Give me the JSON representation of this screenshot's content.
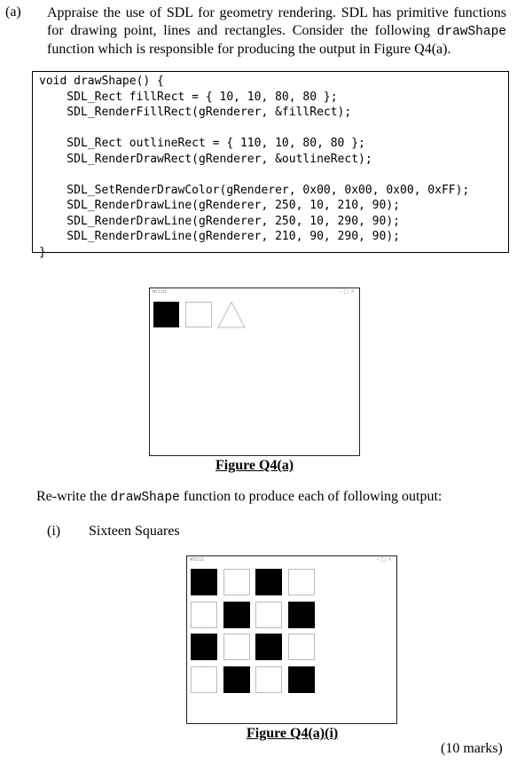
{
  "question": {
    "label": "(a)",
    "text_part1": "Appraise the use of SDL for geometry rendering. SDL has primitive functions for drawing point, lines and rectangles. Consider the following ",
    "function_name": "drawShape",
    "text_part2": " function which is responsible for producing the output in Figure Q4(a)."
  },
  "code": {
    "lines": [
      "void drawShape() {",
      "    SDL_Rect fillRect = { 10, 10, 80, 80 };",
      "    SDL_RenderFillRect(gRenderer, &fillRect);",
      "",
      "    SDL_Rect outlineRect = { 110, 10, 80, 80 };",
      "    SDL_RenderDrawRect(gRenderer, &outlineRect);",
      "",
      "    SDL_SetRenderDrawColor(gRenderer, 0x00, 0x00, 0x00, 0xFF);",
      "    SDL_RenderDrawLine(gRenderer, 250, 10, 210, 90);",
      "    SDL_RenderDrawLine(gRenderer, 250, 10, 290, 90);",
      "    SDL_RenderDrawLine(gRenderer, 210, 90, 290, 90);",
      "}"
    ]
  },
  "figure1": {
    "window_title": "MT2215",
    "controls": "–   □   ×",
    "caption": "Figure Q4(a)"
  },
  "rewrite": {
    "text_part1": "Re-write the ",
    "function_name": "drawShape",
    "text_part2": " function to produce each of following output:"
  },
  "subquestion": {
    "label": "(i)",
    "title": "Sixteen Squares"
  },
  "figure2": {
    "window_title": "MT2215",
    "controls": "–   □   ×",
    "caption": "Figure Q4(a)(i)",
    "grid_pattern": [
      [
        "fill",
        "outline",
        "fill",
        "outline"
      ],
      [
        "outline",
        "fill",
        "outline",
        "fill"
      ],
      [
        "fill",
        "outline",
        "fill",
        "outline"
      ],
      [
        "outline",
        "fill",
        "outline",
        "fill"
      ]
    ]
  },
  "marks": "(10 marks)"
}
